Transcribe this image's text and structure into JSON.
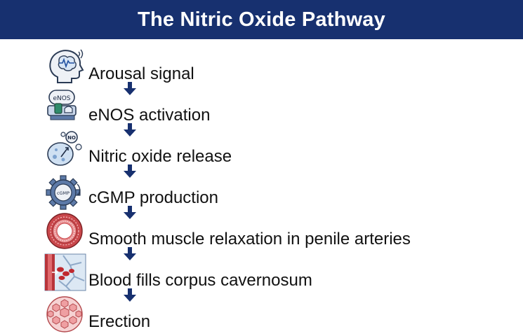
{
  "header": {
    "title": "The Nitric Oxide Pathway"
  },
  "colors": {
    "header_bg": "#17306f",
    "arrow": "#17306f",
    "text": "#111111"
  },
  "steps": [
    {
      "label": "Arousal signal",
      "icon": "brain-signal-icon",
      "icon_text": ""
    },
    {
      "label": "eNOS activation",
      "icon": "enos-enzyme-icon",
      "icon_text": "eNOS"
    },
    {
      "label": "Nitric oxide release",
      "icon": "no-release-cell-icon",
      "icon_text": "NO"
    },
    {
      "label": "cGMP production",
      "icon": "cgmp-gear-icon",
      "icon_text": "cGMP"
    },
    {
      "label": "Smooth muscle relaxation in penile arteries",
      "icon": "artery-cross-section-icon",
      "icon_text": ""
    },
    {
      "label": "Blood fills corpus cavernosum",
      "icon": "blood-vessel-icon",
      "icon_text": ""
    },
    {
      "label": "Erection",
      "icon": "tissue-cells-icon",
      "icon_text": ""
    }
  ]
}
